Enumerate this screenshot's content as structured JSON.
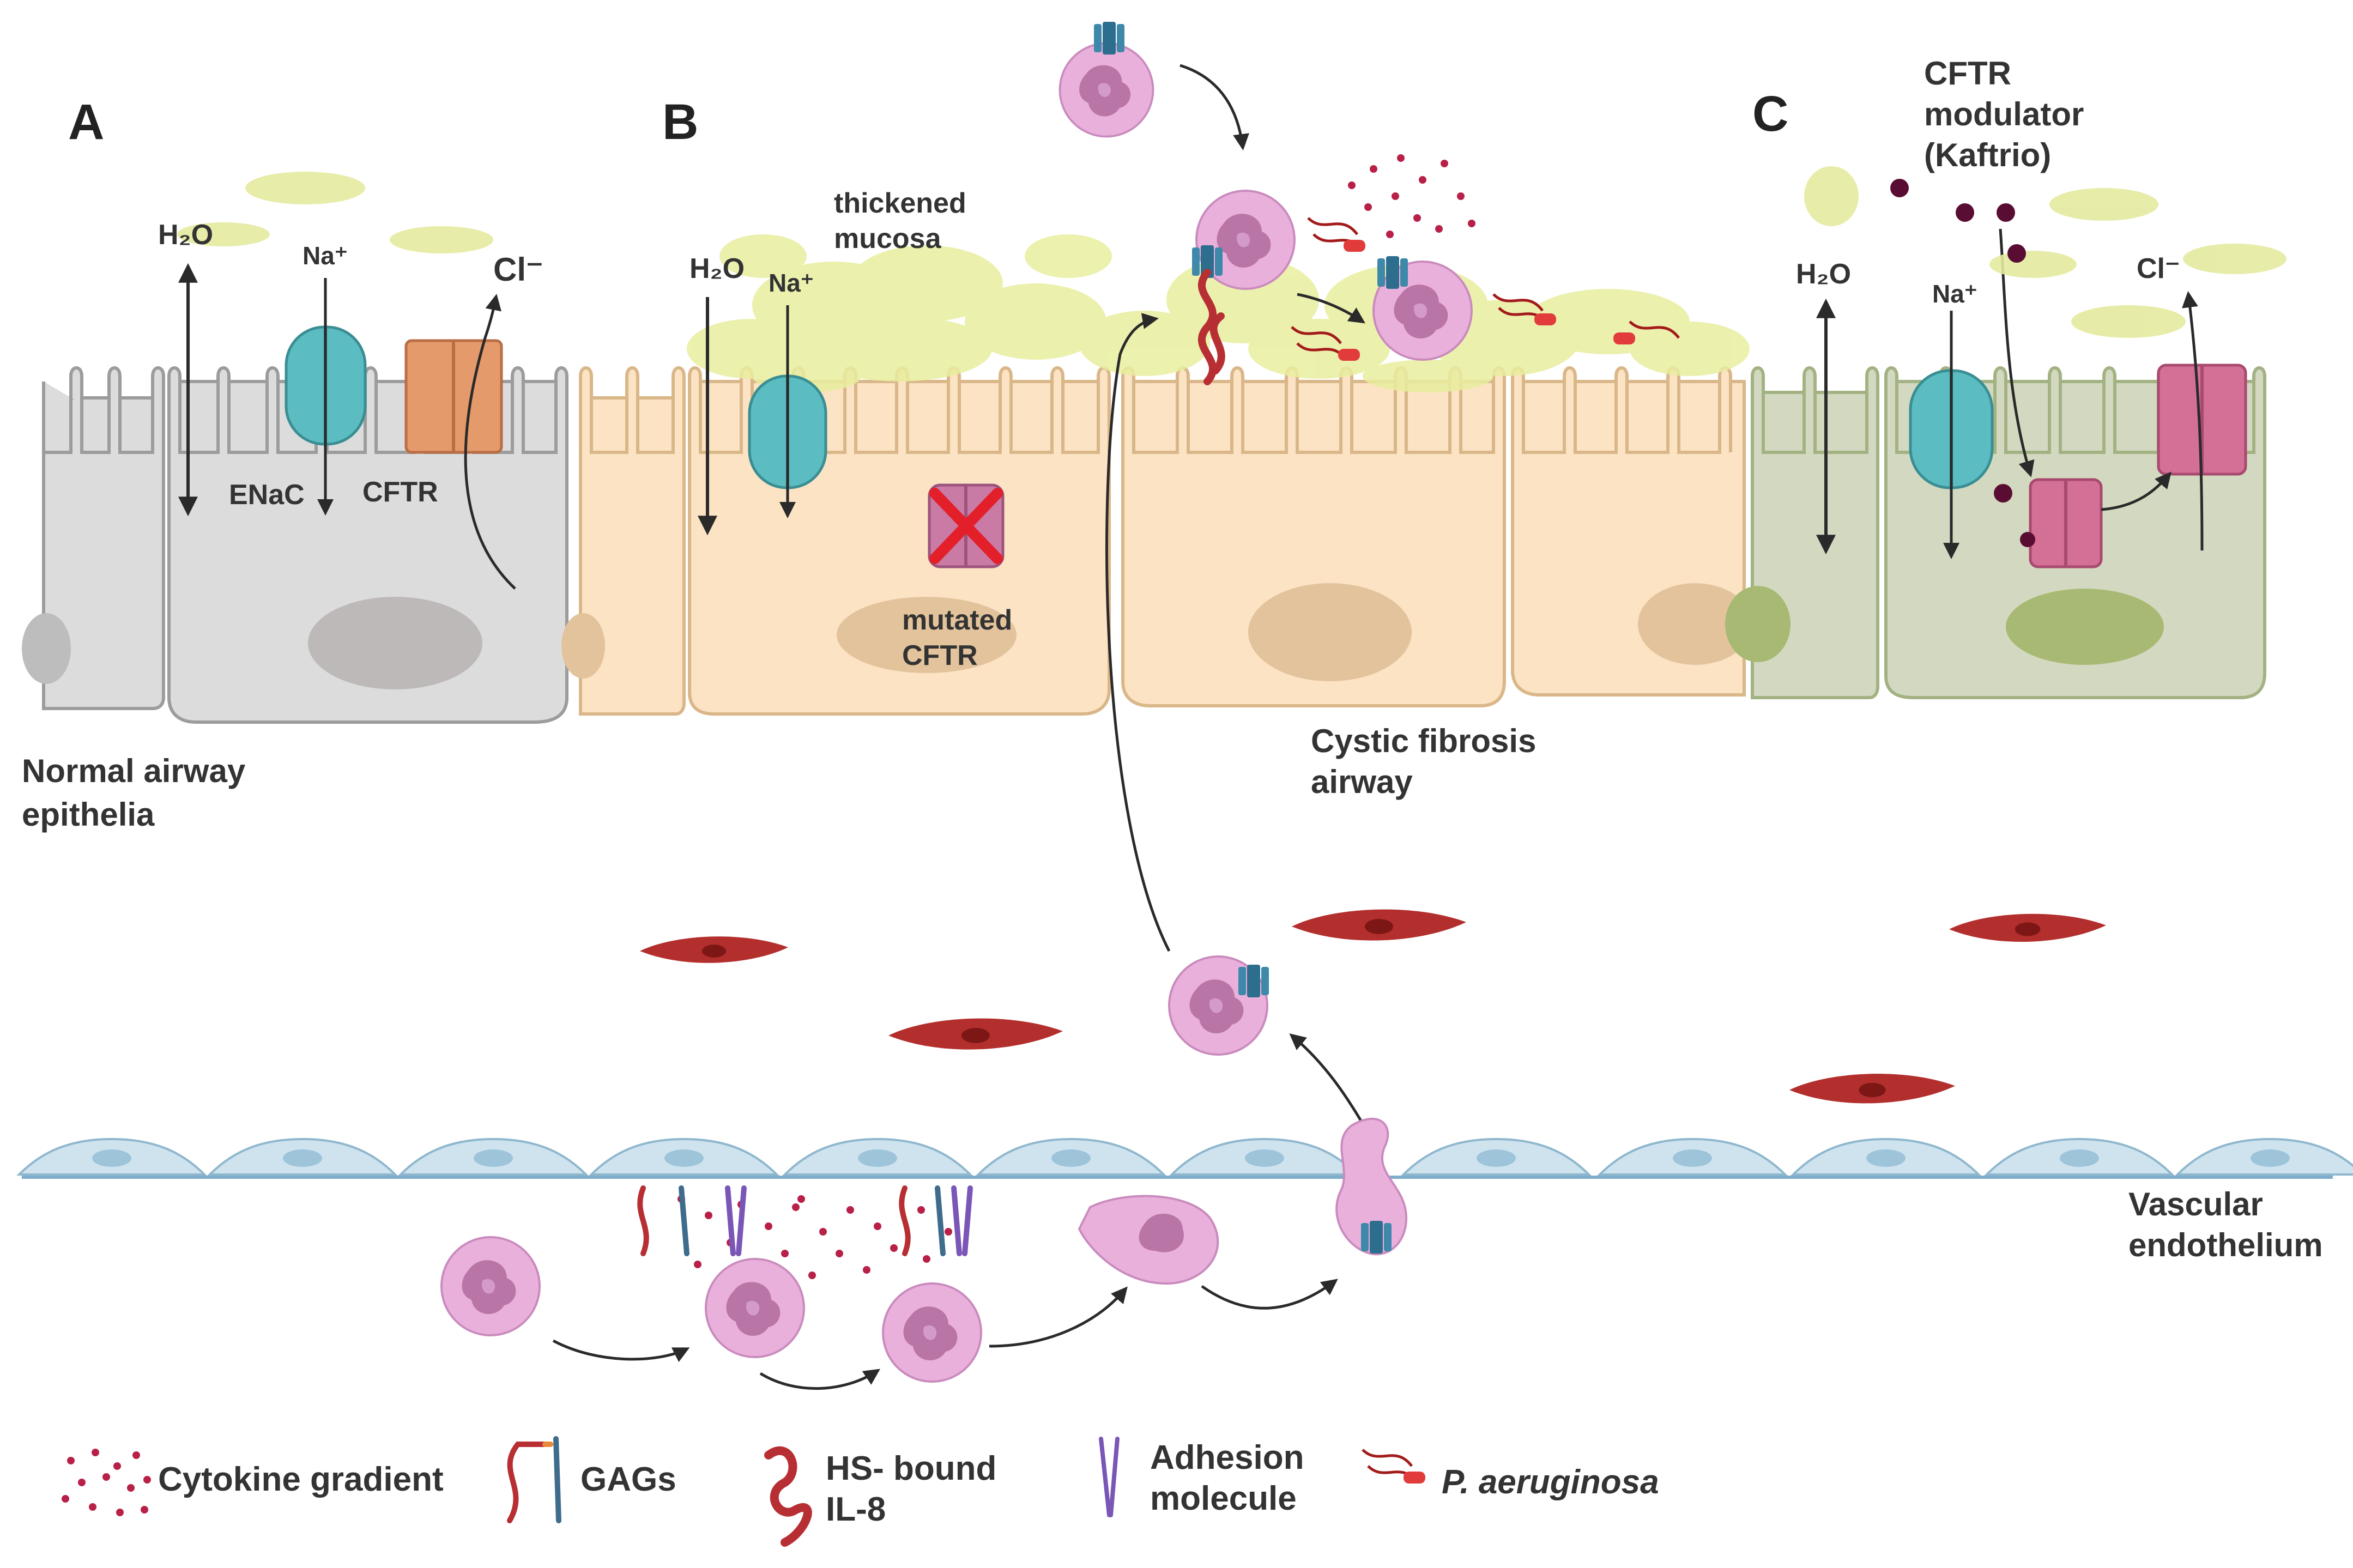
{
  "panels": {
    "a": {
      "letter": "A",
      "h2o": "H₂O",
      "na": "Na⁺",
      "cl": "Cl⁻",
      "enac": "ENaC",
      "cftr": "CFTR",
      "caption_line1": "Normal airway",
      "caption_line2": "epithelia"
    },
    "b": {
      "letter": "B",
      "h2o": "H₂O",
      "na": "Na⁺",
      "mucosa_line1": "thickened",
      "mucosa_line2": "mucosa",
      "mutated_line1": "mutated",
      "mutated_line2": "CFTR",
      "caption_line1": "Cystic fibrosis",
      "caption_line2": "airway"
    },
    "c": {
      "letter": "C",
      "h2o": "H₂O",
      "na": "Na⁺",
      "cl": "Cl⁻",
      "modulator_line1": "CFTR",
      "modulator_line2": "modulator",
      "modulator_line3": "(Kaftrio)"
    }
  },
  "vascular": {
    "line1": "Vascular",
    "line2": "endothelium"
  },
  "legend": {
    "cytokine": "Cytokine gradient",
    "gags": "GAGs",
    "hs_line1": "HS- bound",
    "hs_line2": "IL-8",
    "adhesion_line1": "Adhesion",
    "adhesion_line2": "molecule",
    "pseudomonas": "P. aeruginosa"
  },
  "colors": {
    "normal_cell": "#dcdcdc",
    "cf_cell": "#fbe3c4",
    "treated_cell": "#d3d9c0",
    "enac": "#5bbcc1",
    "cftr_normal": "#e59a6b",
    "cftr_modulated": "#d46f96",
    "neutrophil": "#e9a9d9",
    "fibroblast": "#b5302e",
    "endothelium": "#cfe3ef",
    "mucus": "#e4ea9f",
    "cytokine_dot": "#b82048"
  }
}
